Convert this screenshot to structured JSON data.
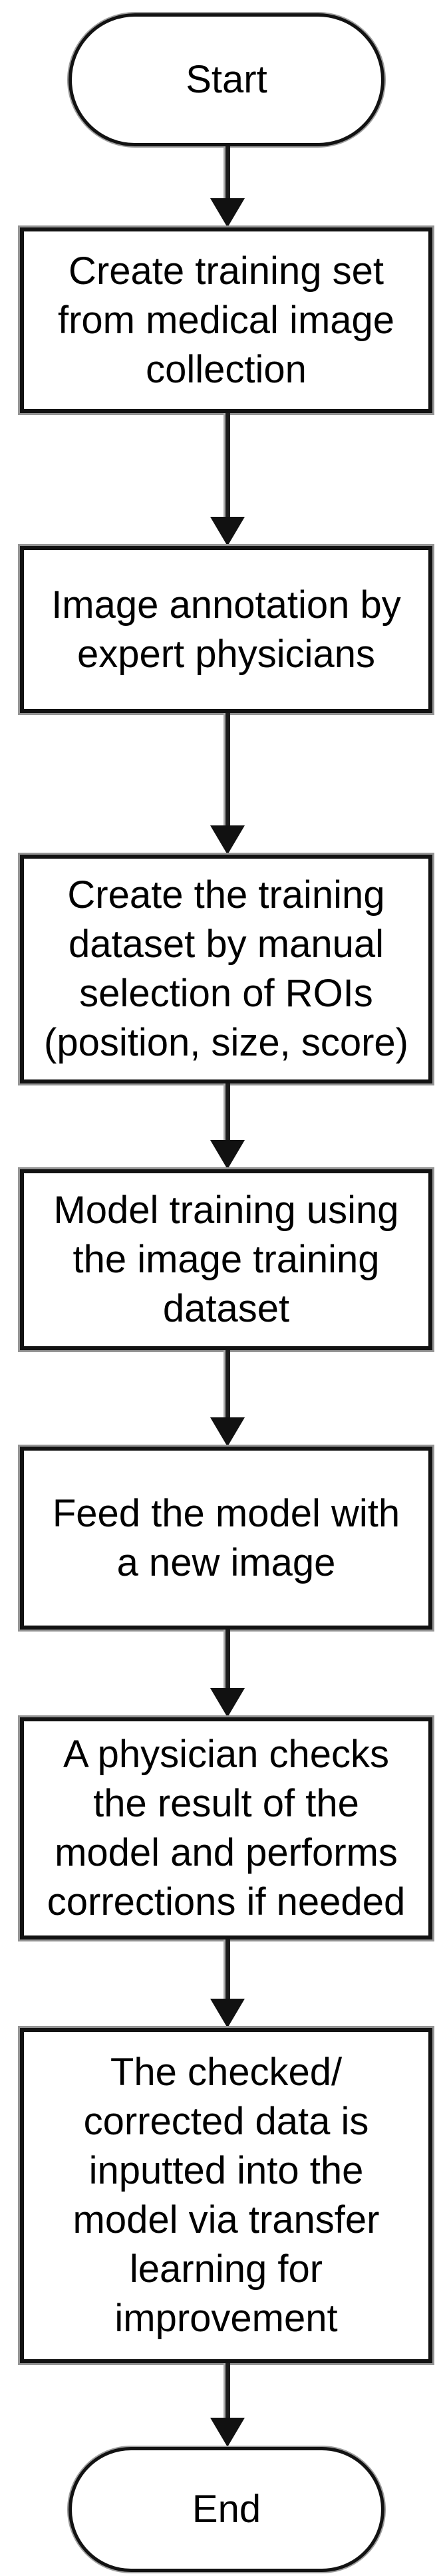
{
  "diagram": {
    "type": "flowchart",
    "direction": "top-to-bottom",
    "nodes": [
      {
        "id": "start",
        "shape": "terminator",
        "label": "Start"
      },
      {
        "id": "step-1",
        "shape": "process",
        "lines": [
          "Create training set",
          "from medical image",
          "collection"
        ]
      },
      {
        "id": "step-2",
        "shape": "process",
        "lines": [
          "Image annotation by",
          "expert physicians"
        ]
      },
      {
        "id": "step-3",
        "shape": "process",
        "lines": [
          "Create the training",
          "dataset by manual",
          "selection of ROIs",
          "(position, size, score)"
        ]
      },
      {
        "id": "step-4",
        "shape": "process",
        "lines": [
          "Model training using",
          "the image training",
          "dataset"
        ]
      },
      {
        "id": "step-5",
        "shape": "process",
        "lines": [
          "Feed the model with",
          "a new image"
        ]
      },
      {
        "id": "step-6",
        "shape": "process",
        "lines": [
          "A physician checks",
          "the result of the",
          "model and performs",
          "corrections if needed"
        ]
      },
      {
        "id": "step-7",
        "shape": "process",
        "lines": [
          "The checked/",
          "corrected data is",
          "inputted into the",
          "model via transfer",
          "learning for",
          "improvement"
        ]
      },
      {
        "id": "end",
        "shape": "terminator",
        "label": "End"
      }
    ],
    "connectors": {
      "count": 8,
      "style": "straight-down-arrow"
    },
    "colors": {
      "background": "#ffffff",
      "node_fill": "#ffffff",
      "border": "#121212",
      "border_halo": "#949494",
      "text": "#000000",
      "arrow": "#1c1c1c"
    }
  }
}
